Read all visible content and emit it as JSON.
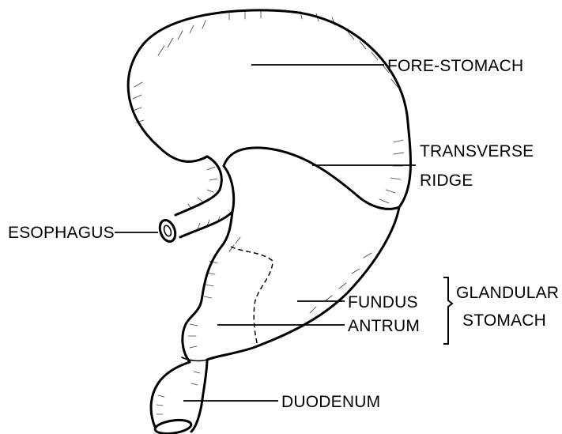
{
  "labels": {
    "fore_stomach": "FORE-STOMACH",
    "transverse_ridge_line1": "TRANSVERSE",
    "transverse_ridge_line2": "RIDGE",
    "esophagus": "ESOPHAGUS",
    "fundus": "FUNDUS",
    "antrum": "ANTRUM",
    "glandular_stomach_line1": "GLANDULAR",
    "glandular_stomach_line2": "STOMACH",
    "duodenum": "DUODENUM"
  }
}
